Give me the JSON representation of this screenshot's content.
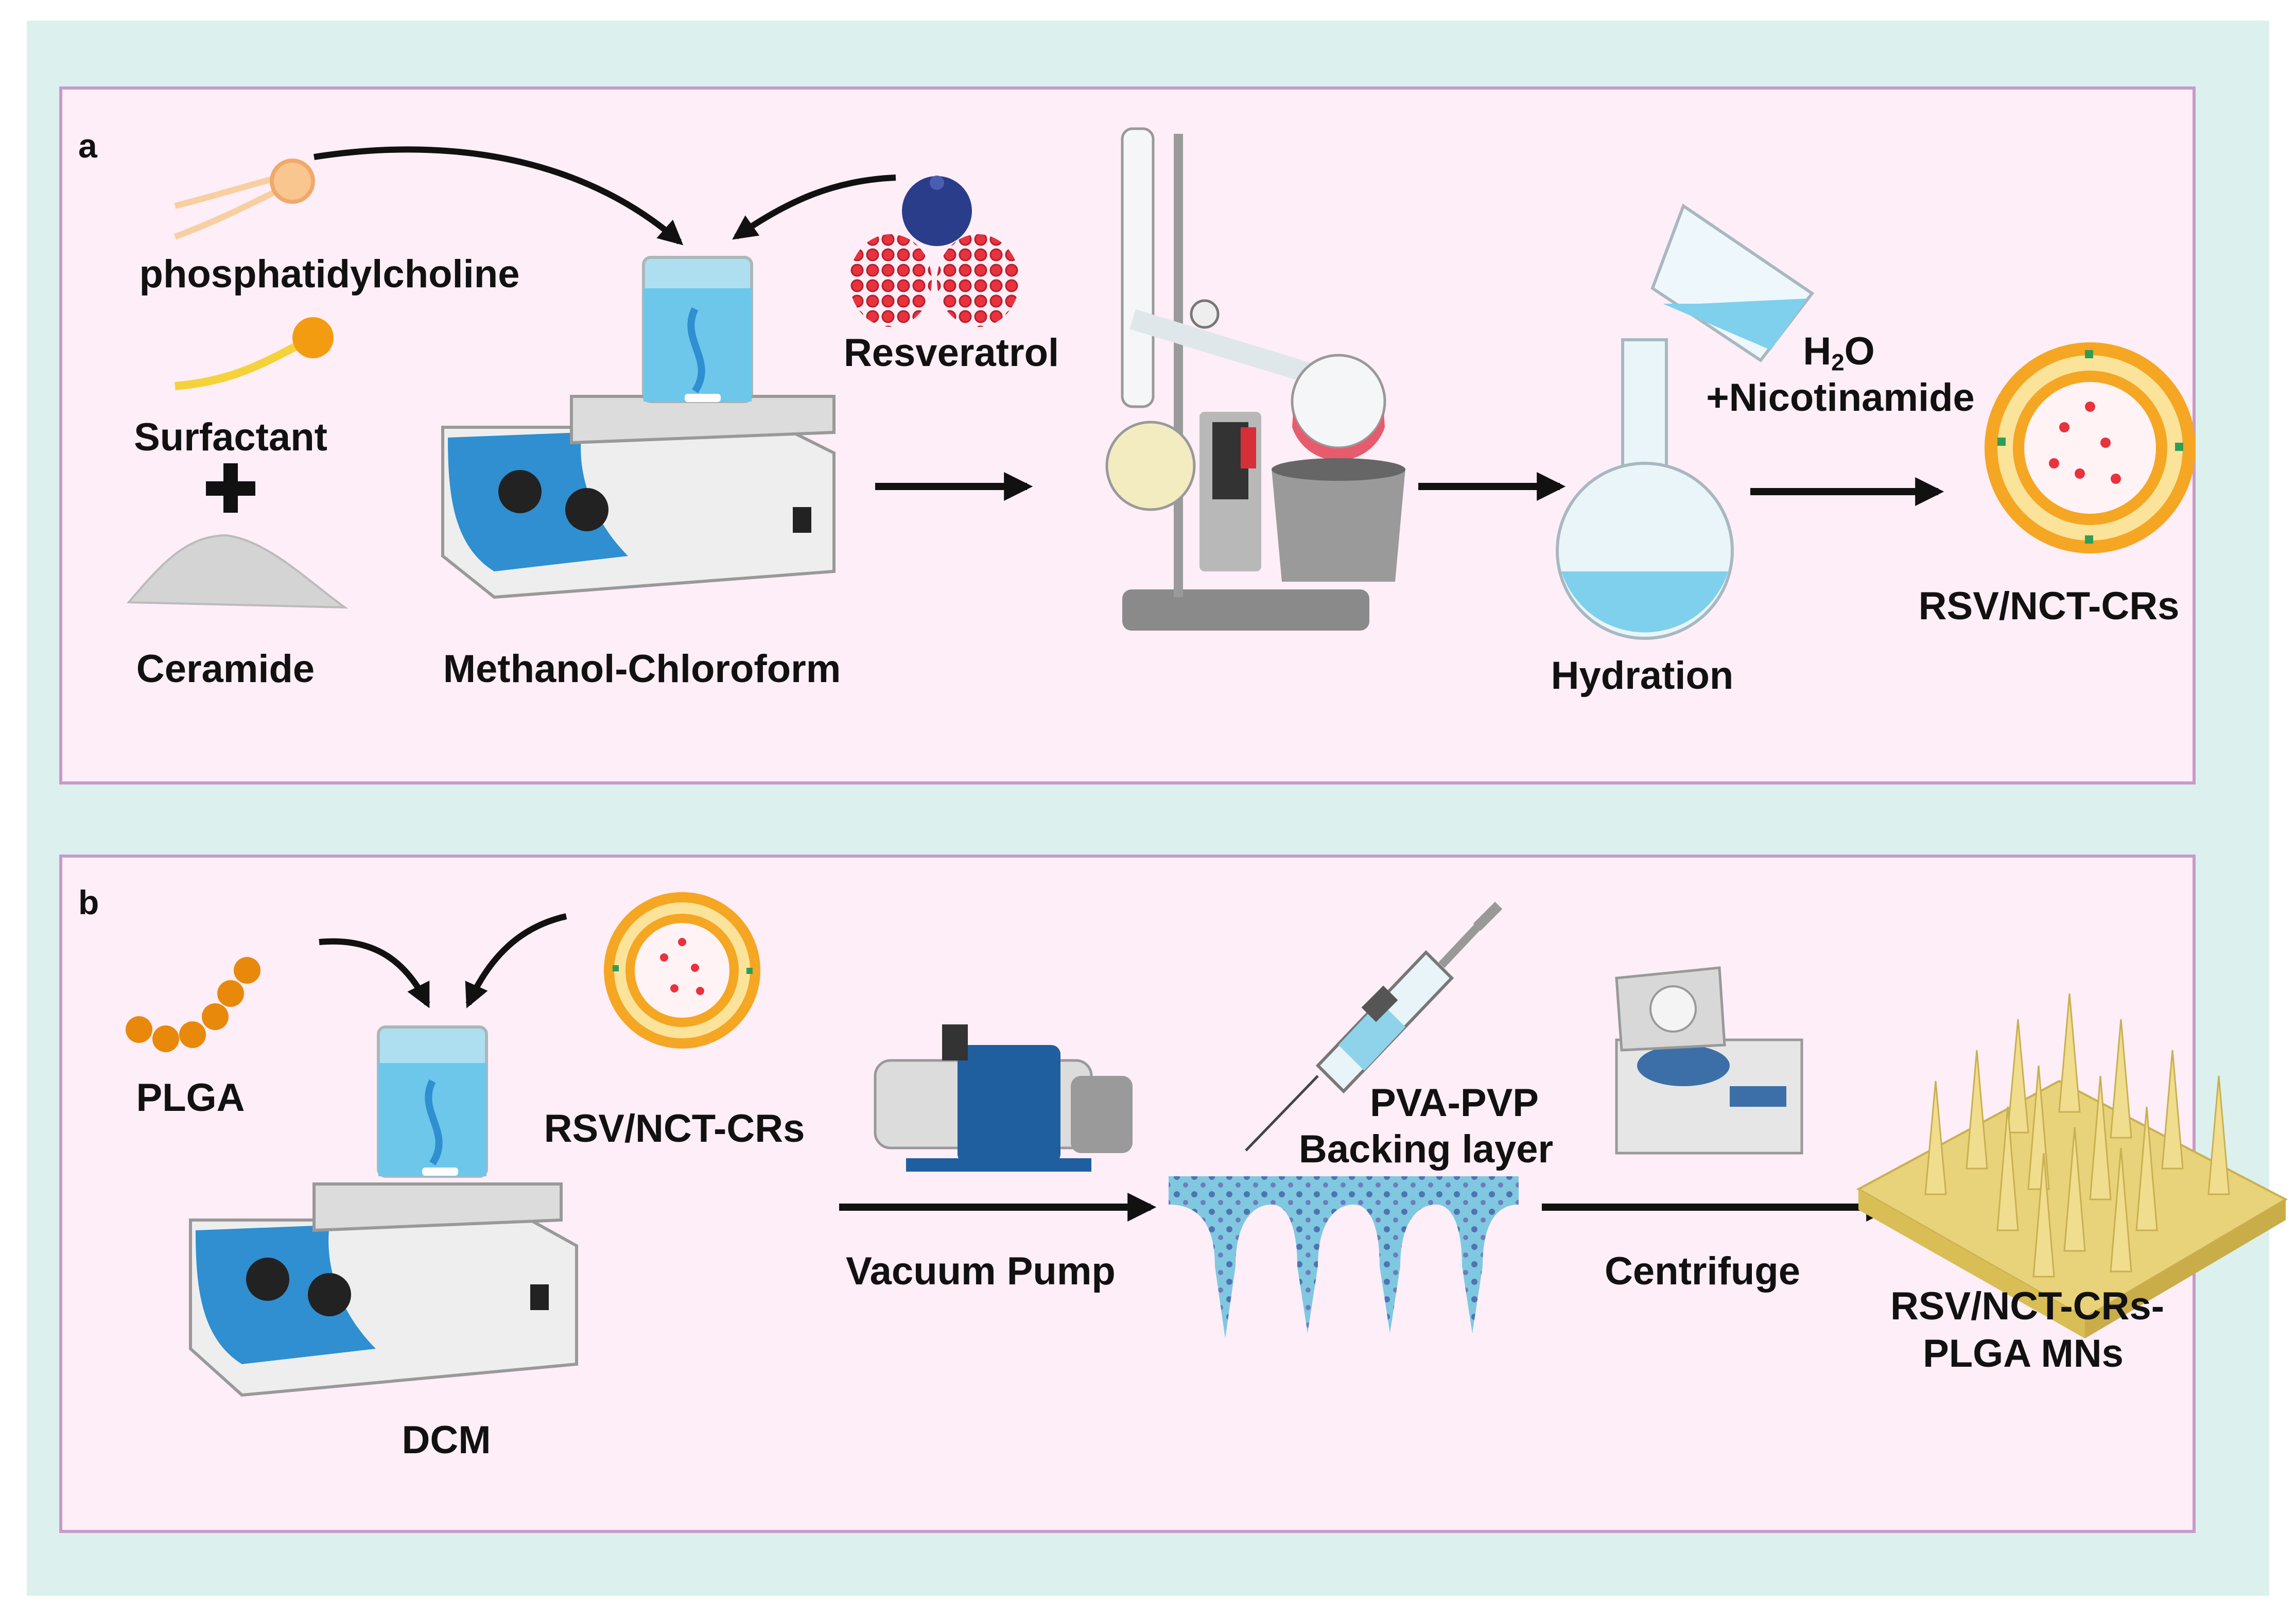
{
  "panel_a": {
    "letter": "a",
    "labels": {
      "phosphatidylcholine": "phosphatidylcholine",
      "surfactant": "Surfactant",
      "ceramide": "Ceramide",
      "methanol_chloroform": "Methanol-Chloroform",
      "resveratrol": "Resveratrol",
      "water_h": "H",
      "water_sub": "2",
      "water_o": "O",
      "nicotinamide": "+Nicotinamide",
      "hydration": "Hydration",
      "product": "RSV/NCT-CRs"
    }
  },
  "panel_b": {
    "letter": "b",
    "labels": {
      "plga": "PLGA",
      "carrier": "RSV/NCT-CRs",
      "dcm": "DCM",
      "vacuum_pump": "Vacuum Pump",
      "backing_line1": "PVA-PVP",
      "backing_line2": "Backing layer",
      "centrifuge": "Centrifuge",
      "product_line1": "RSV/NCT-CRs-",
      "product_line2": "PLGA MNs"
    }
  },
  "colors": {
    "background": "#dcf1ee",
    "panel_fill": "#fdeef7",
    "panel_border": "#c89ac8",
    "liquid_blue": "#7fd0ec",
    "stirrer_blue": "#2f8fd0",
    "raspberry_red": "#e8323e",
    "blueberry": "#2a3d8a",
    "lipid_head": "#f5a623",
    "plga_orange": "#e8890c",
    "needle_gold": "#e8d27a",
    "arrow": "#111111"
  }
}
